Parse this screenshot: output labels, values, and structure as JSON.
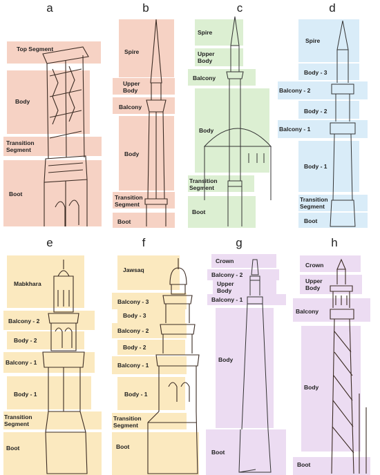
{
  "panels": [
    {
      "letter": "a",
      "labels": [
        "Top Segment",
        "Body",
        "Transition Segment",
        "Boot"
      ],
      "color": "#f6d2c4"
    },
    {
      "letter": "b",
      "labels": [
        "Spire",
        "Upper Body",
        "Balcony",
        "Body",
        "Transition Segment",
        "Boot"
      ],
      "color": "#f6d2c4"
    },
    {
      "letter": "c",
      "labels": [
        "Spire",
        "Upper Body",
        "Balcony",
        "Body",
        "Transition Segment",
        "Boot"
      ],
      "color": "#dcefd2"
    },
    {
      "letter": "d",
      "labels": [
        "Spire",
        "Body - 3",
        "Balcony - 2",
        "Body - 2",
        "Balcony - 1",
        "Body - 1",
        "Transition Segment",
        "Boot"
      ],
      "color": "#d9ecf8"
    },
    {
      "letter": "e",
      "labels": [
        "Mabkhara",
        "Balcony - 2",
        "Body - 2",
        "Balcony - 1",
        "Body - 1",
        "Transition Segment",
        "Boot"
      ],
      "color": "#fbe9bf"
    },
    {
      "letter": "f",
      "labels": [
        "Jawsaq",
        "Balcony - 3",
        "Body - 3",
        "Balcony - 2",
        "Body - 2",
        "Balcony - 1",
        "Body - 1",
        "Transition Segment",
        "Boot"
      ],
      "color": "#fbe9bf"
    },
    {
      "letter": "g",
      "labels": [
        "Crown",
        "Balcony - 2",
        "Upper Body",
        "Balcony - 1",
        "Body",
        "Boot"
      ],
      "color": "#ecdcf2"
    },
    {
      "letter": "h",
      "labels": [
        "Crown",
        "Upper Body",
        "Balcony",
        "Body",
        "Boot"
      ],
      "color": "#ecdcf2"
    }
  ]
}
